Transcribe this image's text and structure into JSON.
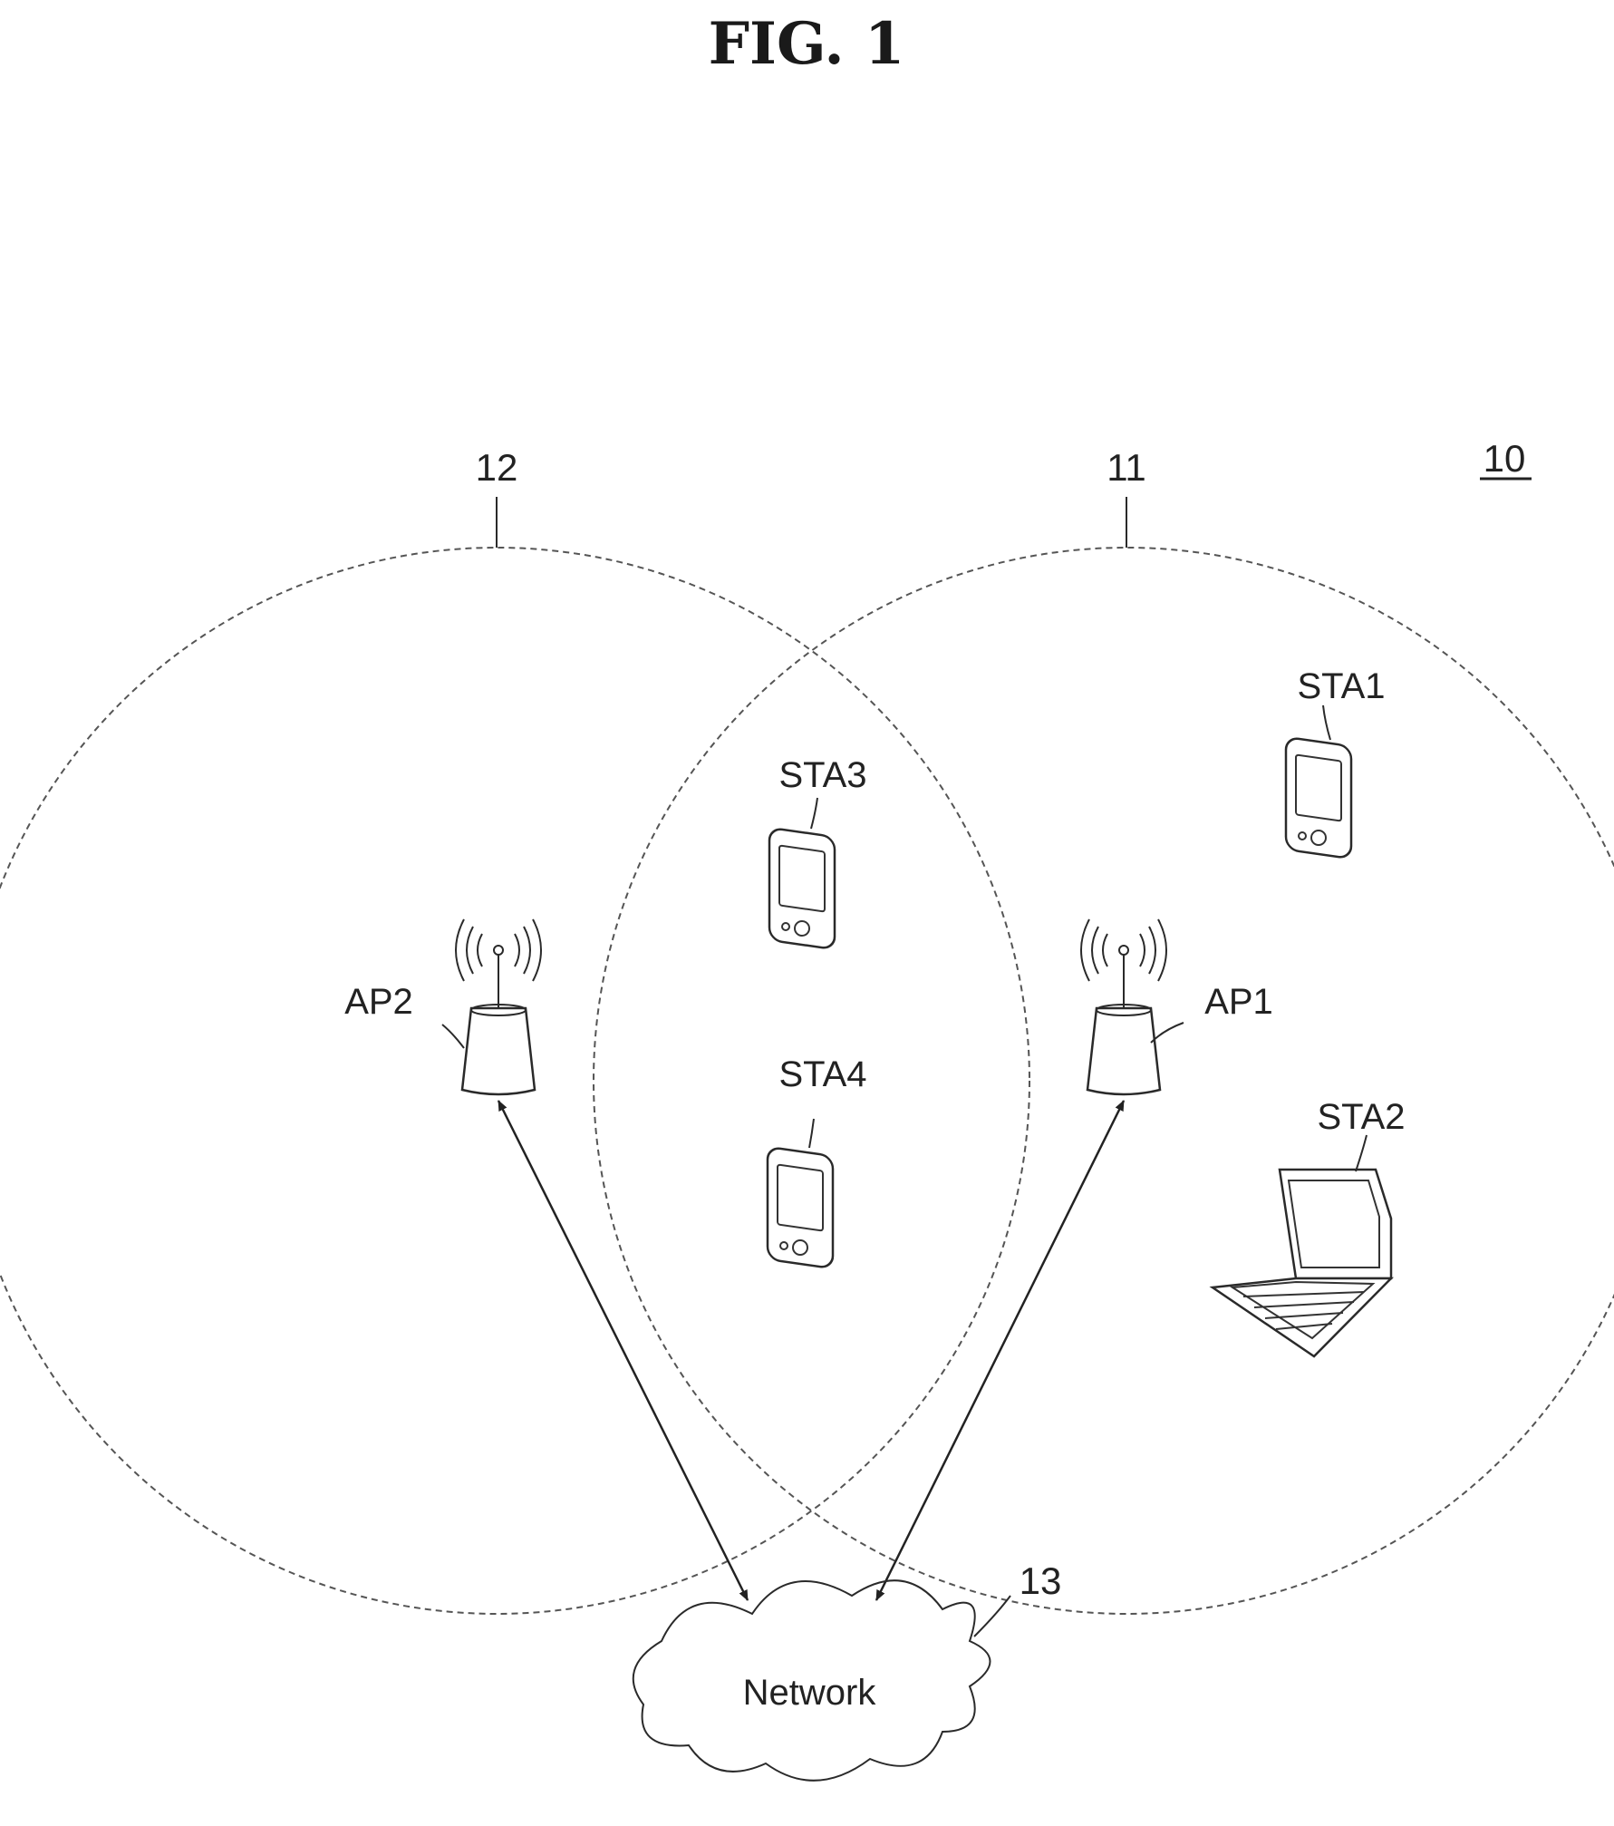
{
  "figure": {
    "title": "FIG. 1"
  },
  "refs": {
    "system": "10",
    "area_ap1": "11",
    "area_ap2": "12",
    "network": "13"
  },
  "access_points": {
    "ap1": "AP1",
    "ap2": "AP2"
  },
  "stations": {
    "sta1": "STA1",
    "sta2": "STA2",
    "sta3": "STA3",
    "sta4": "STA4"
  },
  "network": {
    "label": "Network"
  }
}
